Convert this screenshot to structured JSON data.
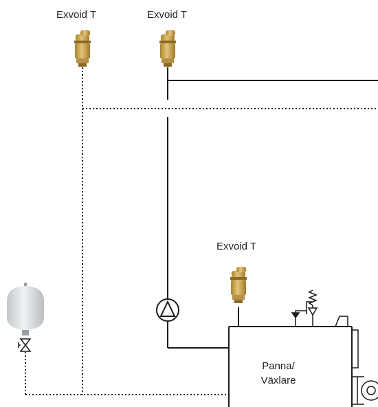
{
  "labels": {
    "vent_1": "Exvoid T",
    "vent_2": "Exvoid T",
    "vent_3": "Exvoid T",
    "boiler_line1": "Panna/",
    "boiler_line2": "Växlare"
  },
  "colors": {
    "pipe": "#1a1a1a",
    "vent_brass": "#c9a24e",
    "vent_shadow": "#9c7a30",
    "tank": "#dfe2e4"
  },
  "icons": [
    "air-vent-icon",
    "circulation-pump-icon",
    "expansion-tank-icon",
    "valve-icon",
    "safety-valve-icon"
  ]
}
